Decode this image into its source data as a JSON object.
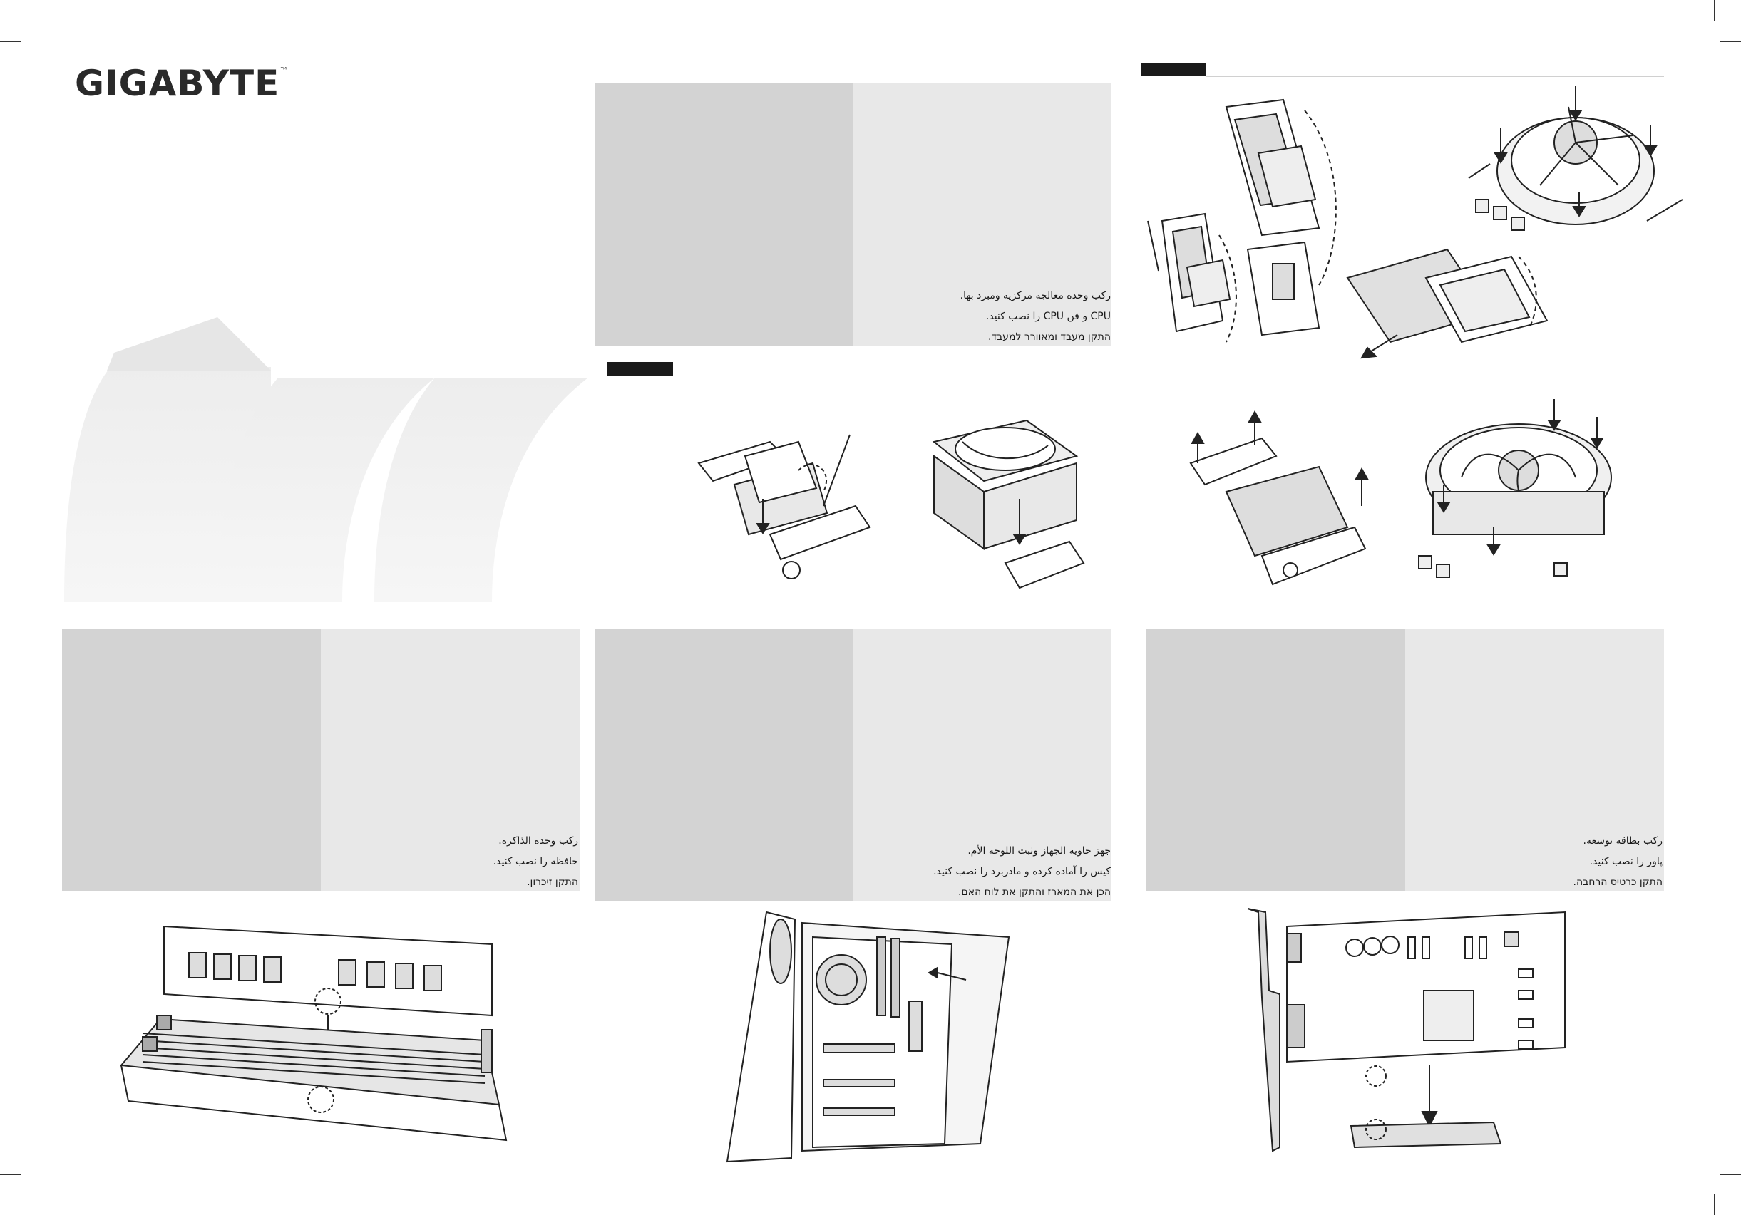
{
  "brand": {
    "name": "GIGABYTE",
    "tm": "™"
  },
  "sections": {
    "cpu": {
      "lines": [
        "رکب وحدة معالجة مرکزیة ومبرد بها.",
        "CPU و فن CPU را نصب کنید.",
        "התקן מעבד ומאוורר למעבד."
      ]
    },
    "memory": {
      "lines": [
        "رکب وحدة الذاکرة.",
        "حافظه را نصب کنید.",
        "התקן זיכרון."
      ]
    },
    "chassis": {
      "lines": [
        "جهز حاوية الجهاز وثبت اللوحة الأم.",
        "کیس را آماده کرده و مادربرد را نصب کنید.",
        "הכן את המארז והתקן את לוח האם."
      ]
    },
    "expansion": {
      "lines": [
        "رکب بطاقة توسعة.",
        "پاور را نصب کنید.",
        "התקן כרטיס הרחבה."
      ]
    }
  },
  "illustrations": [
    "intel-socket-open-icon",
    "intel-socket-lever-icon",
    "intel-cooler-pushpin-icon",
    "intel-socket-loadplate-icon",
    "amd-socket-lever-icon",
    "amd-cooler-clip-icon",
    "amd-bracket-removal-icon",
    "amd-cooler-screw-icon",
    "memory-module-icon",
    "chassis-motherboard-icon",
    "expansion-card-icon"
  ]
}
